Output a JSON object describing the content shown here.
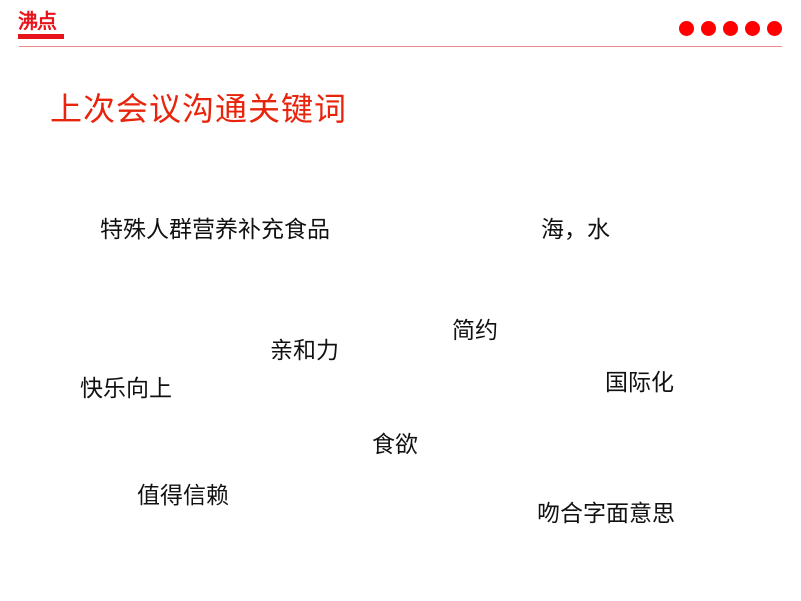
{
  "header": {
    "logo_text": "沸点",
    "title": "上次会议沟通关键词",
    "accent_color": "#e8141b"
  },
  "keywords": [
    "特殊人群营养补充食品",
    "海，水",
    "简约",
    "亲和力",
    "国际化",
    "快乐向上",
    "食欲",
    "值得信赖",
    "吻合字面意思"
  ]
}
